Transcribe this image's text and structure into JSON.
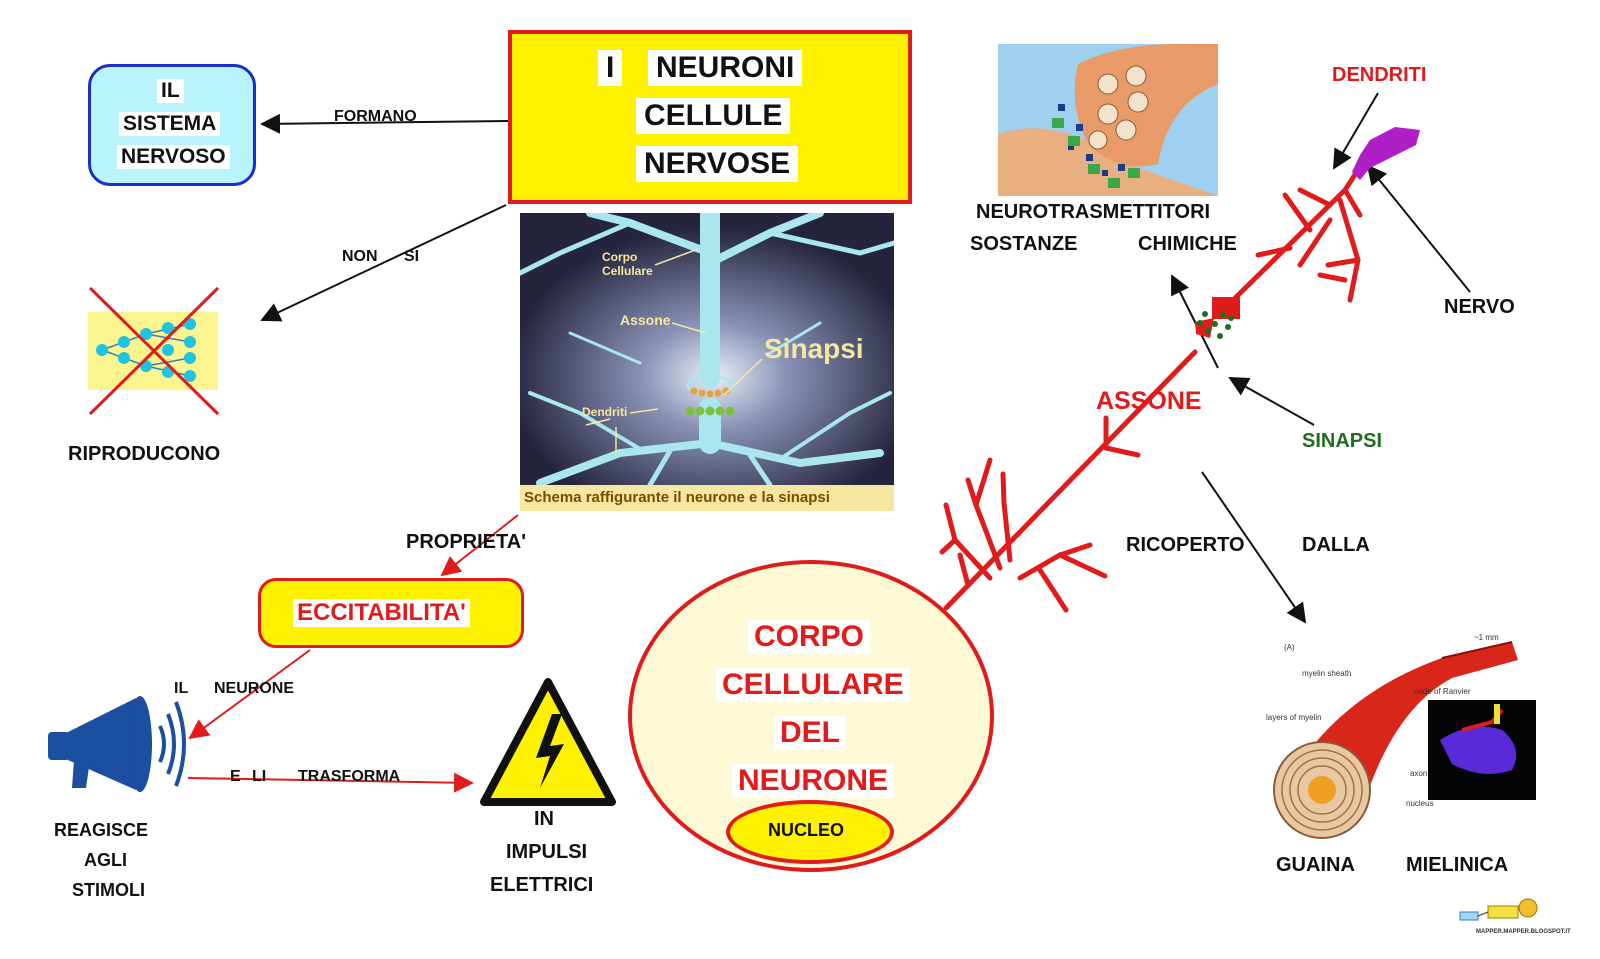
{
  "title": {
    "line1_a": "I",
    "line1_b": "NEURONI",
    "line2": "CELLULE",
    "line3": "NERVOSE"
  },
  "sistema": {
    "line1": "IL",
    "line2": "SISTEMA",
    "line3": "NERVOSO"
  },
  "links": {
    "formano": "FORMANO",
    "non": "NON",
    "si": "SI",
    "riproducono": "RIPRODUCONO",
    "proprieta": "PROPRIETA'",
    "il": "IL",
    "neurone": "NEURONE",
    "e": "E",
    "li": "LI",
    "trasforma": "TRASFORMA",
    "ricoperto": "RICOPERTO",
    "dalla": "DALLA"
  },
  "photo": {
    "corpo": "Corpo",
    "cellulare": "Cellulare",
    "assone": "Assone",
    "sinapsi": "Sinapsi",
    "dendriti": "Dendriti",
    "caption": "Schema raffigurante il neurone e la sinapsi"
  },
  "eccitabilita": "ECCITABILITA'",
  "reagisce": {
    "line1": "REAGISCE",
    "line2": "AGLI",
    "line3": "STIMOLI"
  },
  "impulsi": {
    "line1": "IN",
    "line2": "IMPULSI",
    "line3": "ELETTRICI"
  },
  "corpo": {
    "line1": "CORPO",
    "line2": "CELLULARE",
    "line3": "DEL",
    "line4": "NEURONE",
    "nucleo": "NUCLEO"
  },
  "right": {
    "dendriti": "DENDRITI",
    "nervo": "NERVO",
    "neurotrasmettitori": "NEUROTRASMETTITORI",
    "sostanze": "SOSTANZE",
    "chimiche": "CHIMICHE",
    "assone": "ASSONE",
    "sinapsi": "SINAPSI",
    "guaina": "GUAINA",
    "mielinica": "MIELINICA"
  },
  "myelin_fig": {
    "label_a": "(A)",
    "myelin_sheath": "myelin sheath",
    "node": "node of Ranvier",
    "scale": "~1 mm",
    "layers": "layers of myelin",
    "axon": "axon",
    "nucleus": "nucleus"
  },
  "logo": "MAPPER.MAPPER.BLOGSPOT.IT",
  "colors": {
    "red": "#e01b1b",
    "yellow": "#fff200",
    "cyan": "#b9f3fb",
    "blue": "#1d2ec8",
    "green": "#1d6e1d",
    "purple": "#b01ec8"
  }
}
